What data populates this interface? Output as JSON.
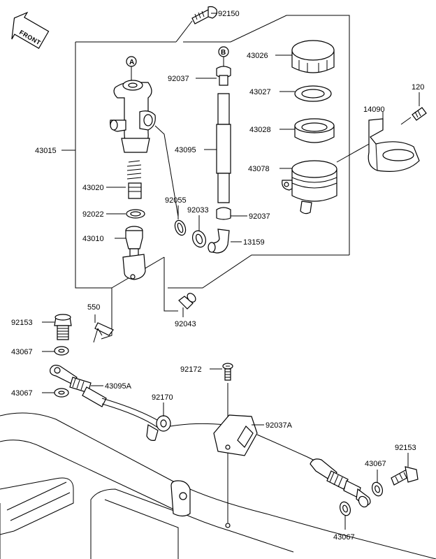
{
  "direction_marker": "FRONT",
  "reference_marks": {
    "a": "A",
    "b": "B"
  },
  "labels": {
    "p92150": "92150",
    "p43026": "43026",
    "p92037_top": "92037",
    "p43027": "43027",
    "p120": "120",
    "p14090": "14090",
    "p43028": "43028",
    "p43015": "43015",
    "p43095": "43095",
    "p43078": "43078",
    "p43020": "43020",
    "p92055": "92055",
    "p92022": "92022",
    "p92033": "92033",
    "p92037_mid": "92037",
    "p43010": "43010",
    "p13159": "13159",
    "p550": "550",
    "p92153_left": "92153",
    "p92043": "92043",
    "p43067_a": "43067",
    "p92172": "92172",
    "p43095A": "43095A",
    "p43067_b": "43067",
    "p92170": "92170",
    "p92037A": "92037A",
    "p92153_right": "92153",
    "p43067_c": "43067",
    "p43067_d": "43067"
  }
}
